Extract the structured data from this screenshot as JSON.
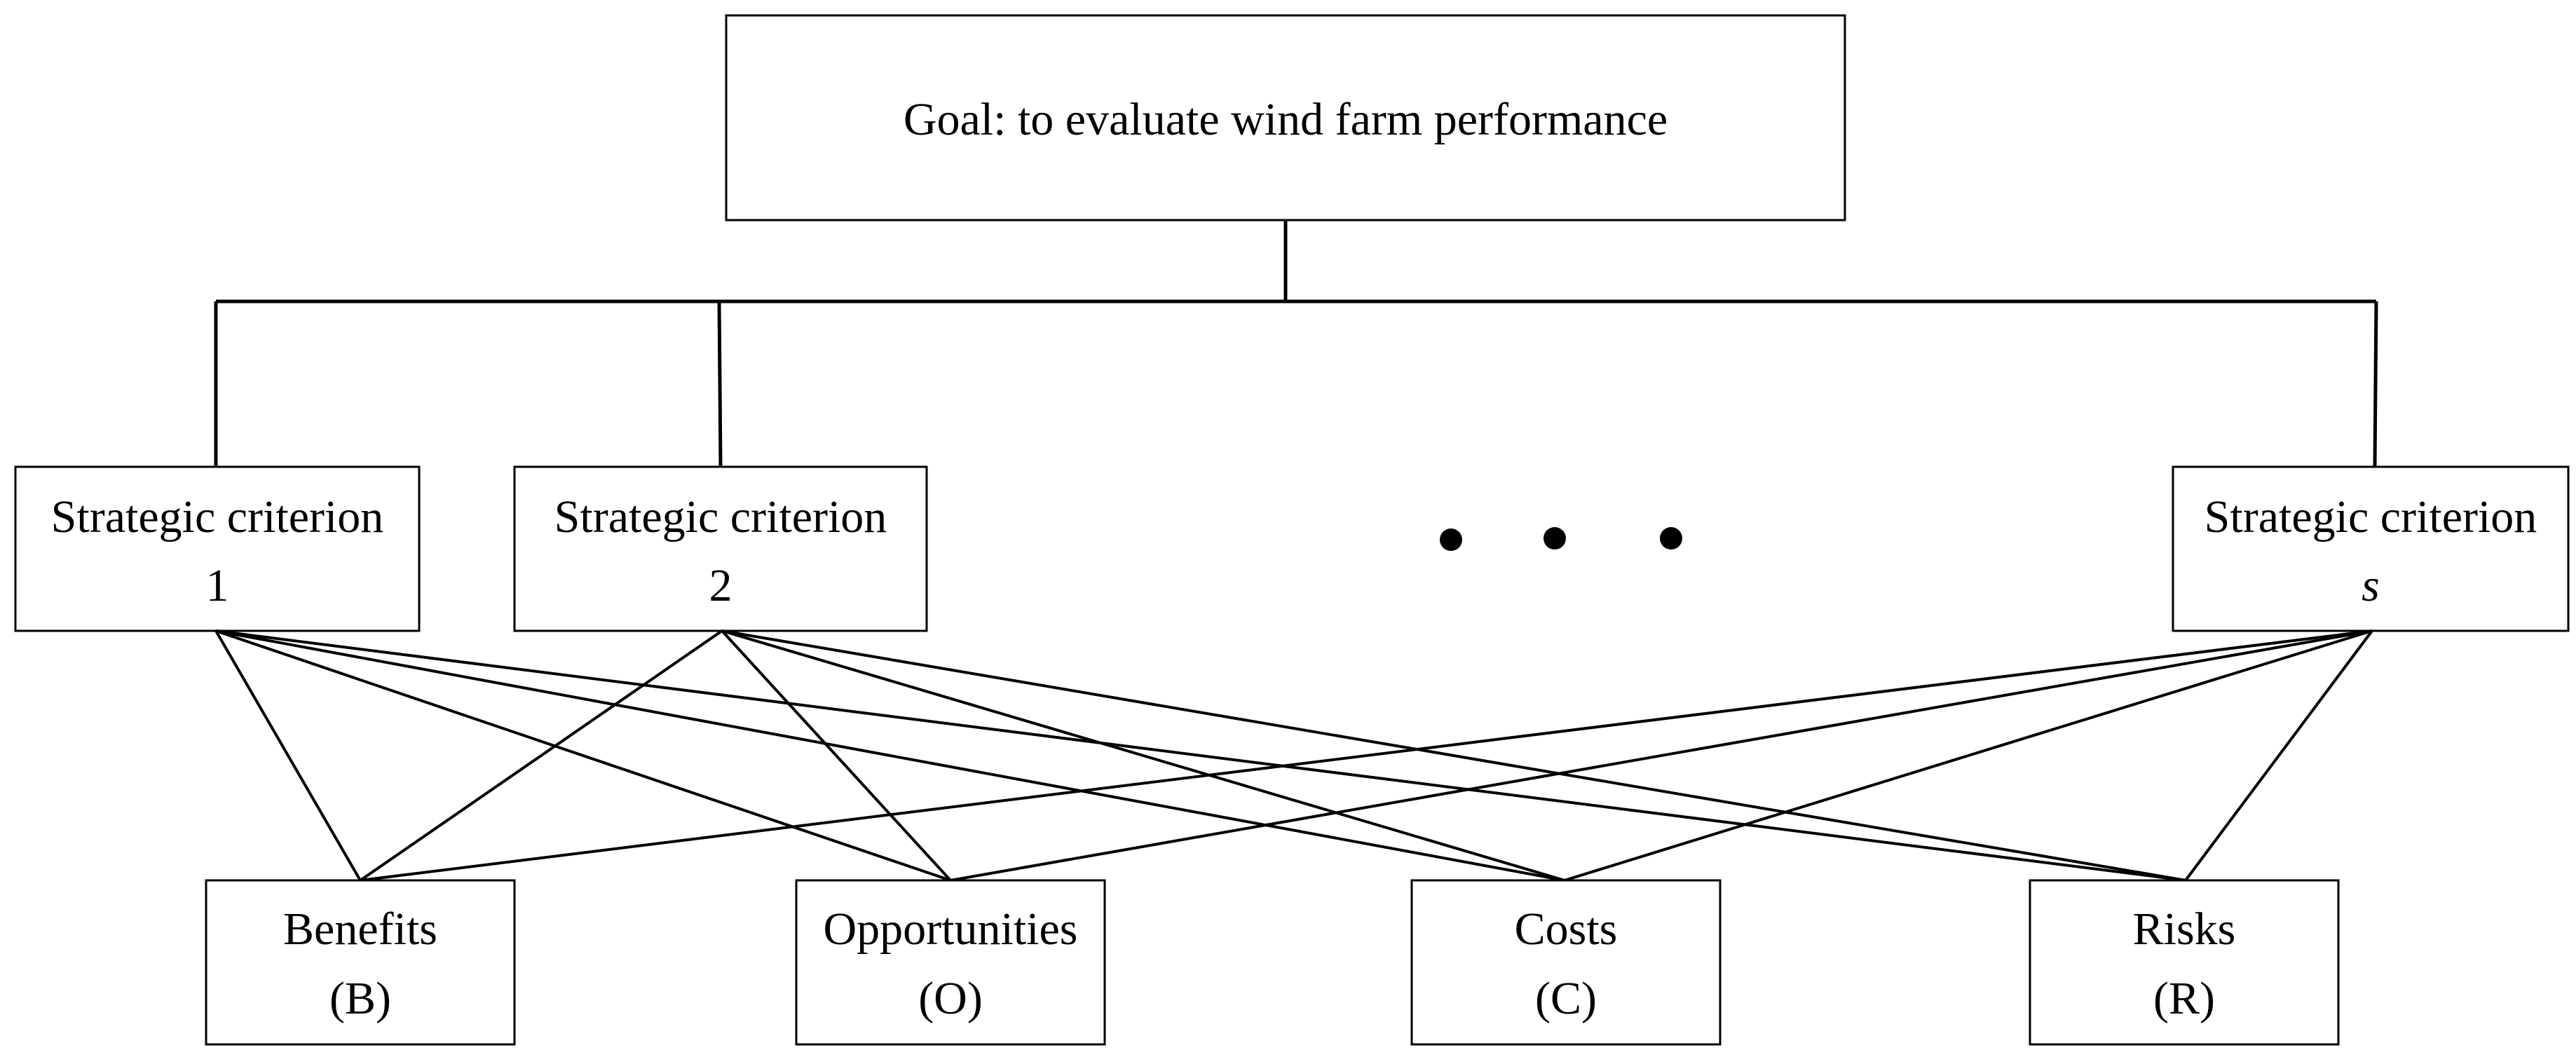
{
  "goal": {
    "label": "Goal: to evaluate wind farm performance"
  },
  "criteria": [
    {
      "line1": "Strategic criterion",
      "line2": "1",
      "italic": false
    },
    {
      "line1": "Strategic criterion",
      "line2": "2",
      "italic": false
    },
    {
      "line1": "Strategic criterion",
      "line2": "s",
      "italic": true
    }
  ],
  "ellipsis": "• • •",
  "merits": [
    {
      "line1": "Benefits",
      "line2": "(B)"
    },
    {
      "line1": "Opportunities",
      "line2": "(O)"
    },
    {
      "line1": "Costs",
      "line2": "(C)"
    },
    {
      "line1": "Risks",
      "line2": "(R)"
    }
  ],
  "colors": {
    "stroke": "#000000",
    "background": "#ffffff"
  }
}
